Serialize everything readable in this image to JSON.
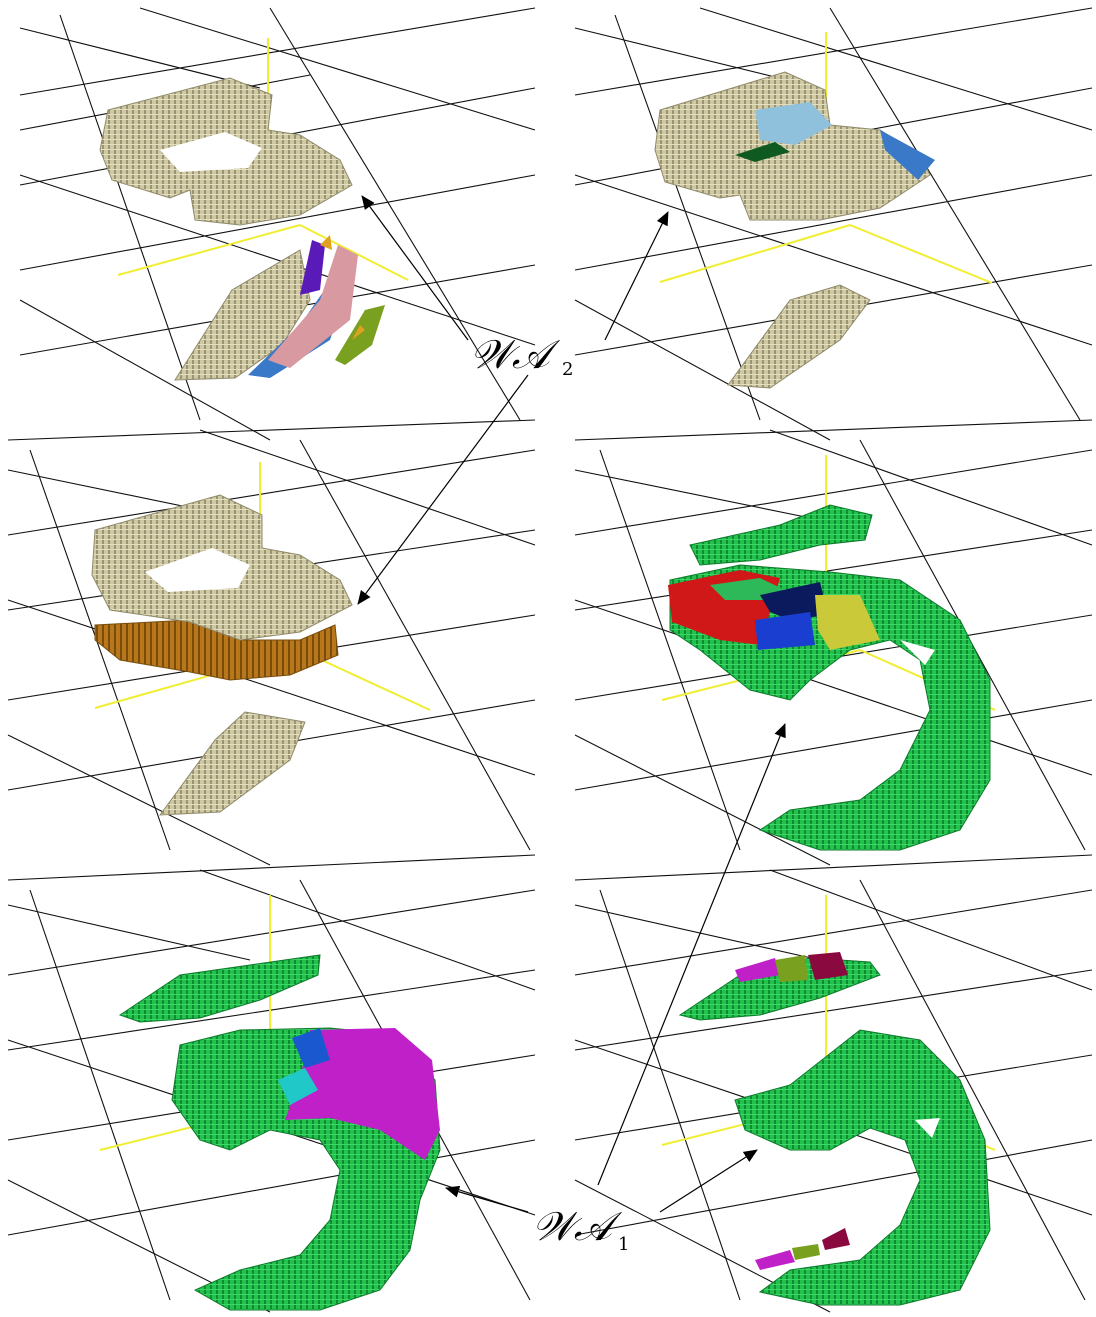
{
  "annotations": {
    "label_top": {
      "main": "𝒲𝒜",
      "sub": "2"
    },
    "label_bottom": {
      "main": "𝒲𝒜",
      "sub": "1"
    }
  },
  "colors": {
    "beige": "#cfc9a3",
    "beige_shadow": "#8f8a6a",
    "green": "#1fbf4a",
    "green_shadow": "#0d7a2a",
    "brown": "#b8771a",
    "red": "#d01818",
    "navy": "#0b1a5c",
    "blue": "#1a3fd0",
    "yellow": "#c9c93a",
    "magenta": "#c020c8",
    "cyan": "#20c8c8",
    "pink": "#d89aa0",
    "light_blue": "#8fc0dc",
    "steel_blue": "#3a78c8",
    "purple": "#5a1ab8",
    "olive": "#7aa020",
    "orange": "#e0a020",
    "dark_green": "#0f5a20",
    "maroon": "#8a0a40",
    "axis_yellow": "#f0ee30"
  }
}
